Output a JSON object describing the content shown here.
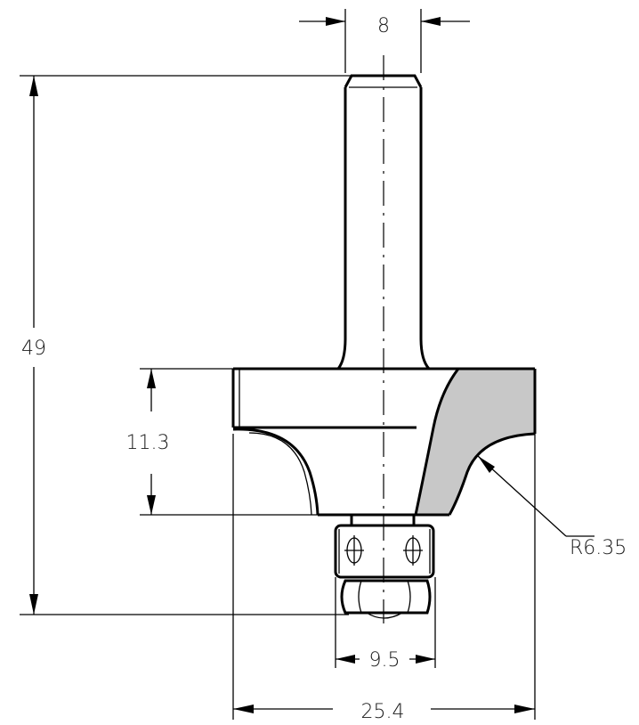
{
  "dimensions": {
    "shank_diameter": "8",
    "overall_length": "49",
    "cutting_height": "11.3",
    "radius": "R6.35",
    "bearing_diameter": "9.5",
    "cutting_diameter": "25.4"
  },
  "colors": {
    "line": "#000000",
    "profile_fill": "#c8c8c8",
    "background": "#ffffff"
  }
}
